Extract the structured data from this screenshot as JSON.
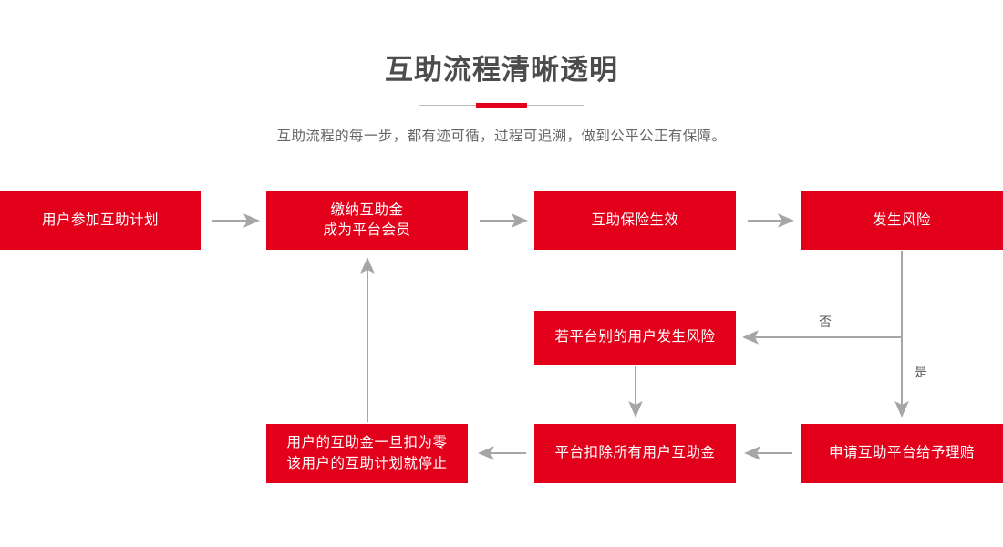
{
  "header": {
    "title": "互助流程清晰透明",
    "subtitle": "互助流程的每一步，都有迹可循，过程可追溯，做到公平公正有保障。",
    "accent_color": "#e3001b",
    "title_color": "#4c4c4c",
    "subtitle_color": "#666666"
  },
  "diagram": {
    "box_color": "#e3001b",
    "box_text_color": "#ffffff",
    "connector_color": "#a6a6a6",
    "nodes": [
      {
        "id": "join",
        "label": "用户参加互助计划"
      },
      {
        "id": "pay",
        "label": "缴纳互助金\n成为平台会员"
      },
      {
        "id": "effective",
        "label": "互助保险生效"
      },
      {
        "id": "risk",
        "label": "发生风险"
      },
      {
        "id": "other",
        "label": "若平台别的用户发生风险"
      },
      {
        "id": "stop",
        "label": "用户的互助金一旦扣为零\n该用户的互助计划就停止"
      },
      {
        "id": "deduct",
        "label": "平台扣除所有用户互助金"
      },
      {
        "id": "claim",
        "label": "申请互助平台给予理赔"
      }
    ],
    "branch_labels": {
      "no": "否",
      "yes": "是"
    },
    "edges": [
      {
        "from": "join",
        "to": "pay",
        "direction": "right"
      },
      {
        "from": "pay",
        "to": "effective",
        "direction": "right"
      },
      {
        "from": "effective",
        "to": "risk",
        "direction": "right"
      },
      {
        "from": "risk",
        "to": "other",
        "direction": "left",
        "label": "否"
      },
      {
        "from": "risk",
        "to": "claim",
        "direction": "down",
        "label": "是"
      },
      {
        "from": "claim",
        "to": "deduct",
        "direction": "left"
      },
      {
        "from": "other",
        "to": "deduct",
        "direction": "down"
      },
      {
        "from": "deduct",
        "to": "stop",
        "direction": "left"
      },
      {
        "from": "stop",
        "to": "pay",
        "direction": "up"
      }
    ]
  }
}
